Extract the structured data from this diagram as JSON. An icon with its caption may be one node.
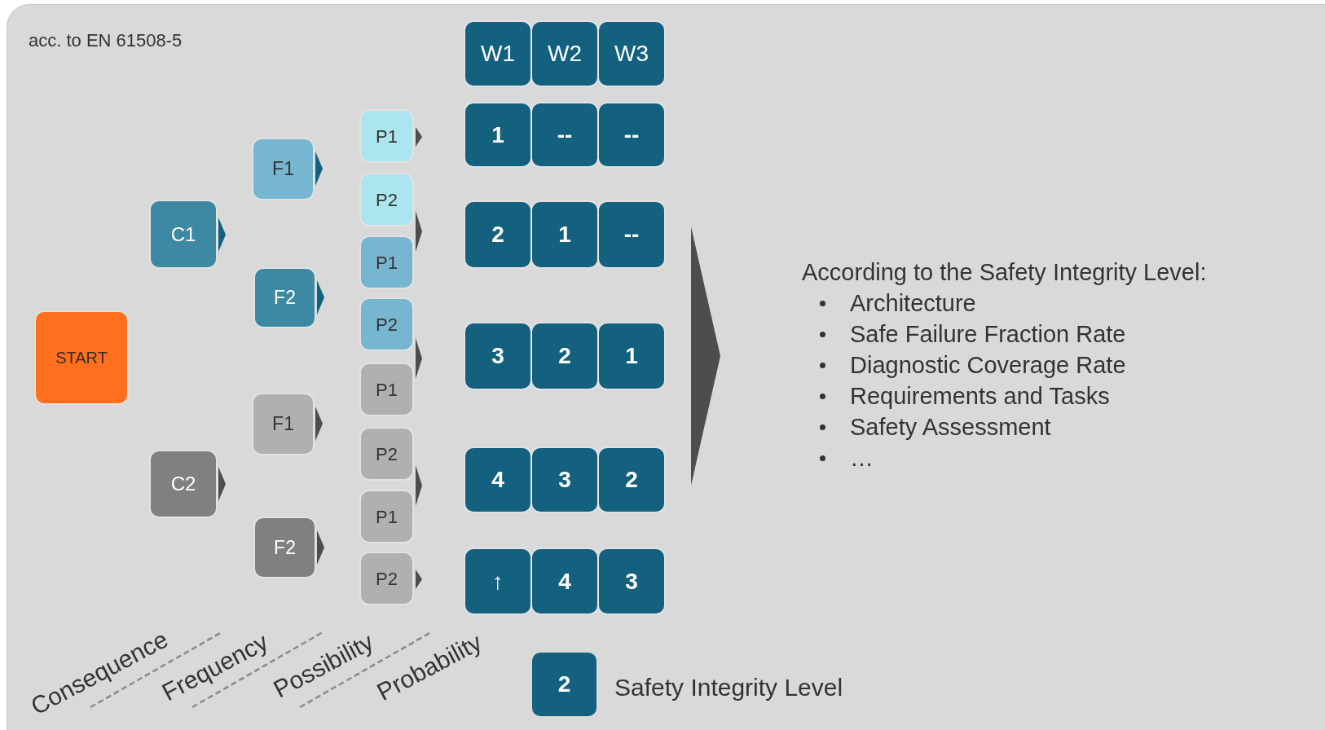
{
  "diagram": {
    "nodes": [
      {
        "text": [
          "START"
        ]
      },
      {
        "text": [
          "C1"
        ]
      },
      {
        "text": [
          "F1"
        ]
      },
      {
        "text": [
          "F2"
        ]
      },
      {
        "text": [
          "C2"
        ]
      },
      {
        "text": [
          "F1"
        ]
      },
      {
        "text": [
          "F2"
        ]
      },
      {
        "text": [
          "P1"
        ]
      },
      {
        "text": [
          "P2"
        ]
      },
      {
        "text": [
          "P1"
        ]
      },
      {
        "text": [
          "P2"
        ]
      },
      {
        "text": [
          "P1"
        ]
      },
      {
        "text": [
          "P2"
        ]
      },
      {
        "text": [
          "P1"
        ]
      },
      {
        "text": [
          "P2"
        ]
      },
      {
        "text": [
          "W1"
        ]
      },
      {
        "text": [
          "W2"
        ]
      },
      {
        "text": [
          "W3"
        ]
      },
      {
        "text": [
          "1"
        ]
      },
      {
        "text": [
          "--"
        ]
      },
      {
        "text": [
          "--"
        ]
      },
      {
        "text": [
          "2"
        ]
      },
      {
        "text": [
          "1"
        ]
      },
      {
        "text": [
          "--"
        ]
      },
      {
        "text": [
          "3"
        ]
      },
      {
        "text": [
          "2"
        ]
      },
      {
        "text": [
          "1"
        ]
      },
      {
        "text": [
          "4"
        ]
      },
      {
        "text": [
          "3"
        ]
      },
      {
        "text": [
          "2"
        ]
      },
      {
        "text": [
          "↑"
        ]
      },
      {
        "text": [
          "4"
        ]
      },
      {
        "text": [
          "3"
        ]
      },
      {
        "text": [
          "According to the Safety Integrity Level:",
          "Architecture",
          "Safe Failure Fraction Rate",
          "Diagnostic Coverage Rate",
          "Requirements and Tasks",
          "Safety Assessment",
          "…"
        ]
      },
      {
        "text": [],
        "shape": "chevron"
      },
      {
        "text": [],
        "shape": "chevron"
      },
      {
        "text": [],
        "shape": "chevron"
      },
      {
        "text": [],
        "shape": "chevron"
      },
      {
        "text": [],
        "shape": "chevron"
      },
      {
        "text": [],
        "shape": "chevron"
      },
      {
        "text": [],
        "shape": "chevron"
      },
      {
        "text": [],
        "shape": "chevron"
      },
      {
        "text": [],
        "shape": "chevron"
      },
      {
        "text": [],
        "shape": "chevron"
      },
      {
        "text": [],
        "shape": "chevron"
      },
      {
        "text": [],
        "shape": "chevron"
      }
    ],
    "labels": [
      "acc. to EN 61508-5",
      "Consequence",
      "Frequency",
      "Possibility",
      "Probability",
      "2"
    ],
    "legend": [
      {
        "text": "Safety Integrity Level",
        "color": "#13607f"
      }
    ]
  }
}
